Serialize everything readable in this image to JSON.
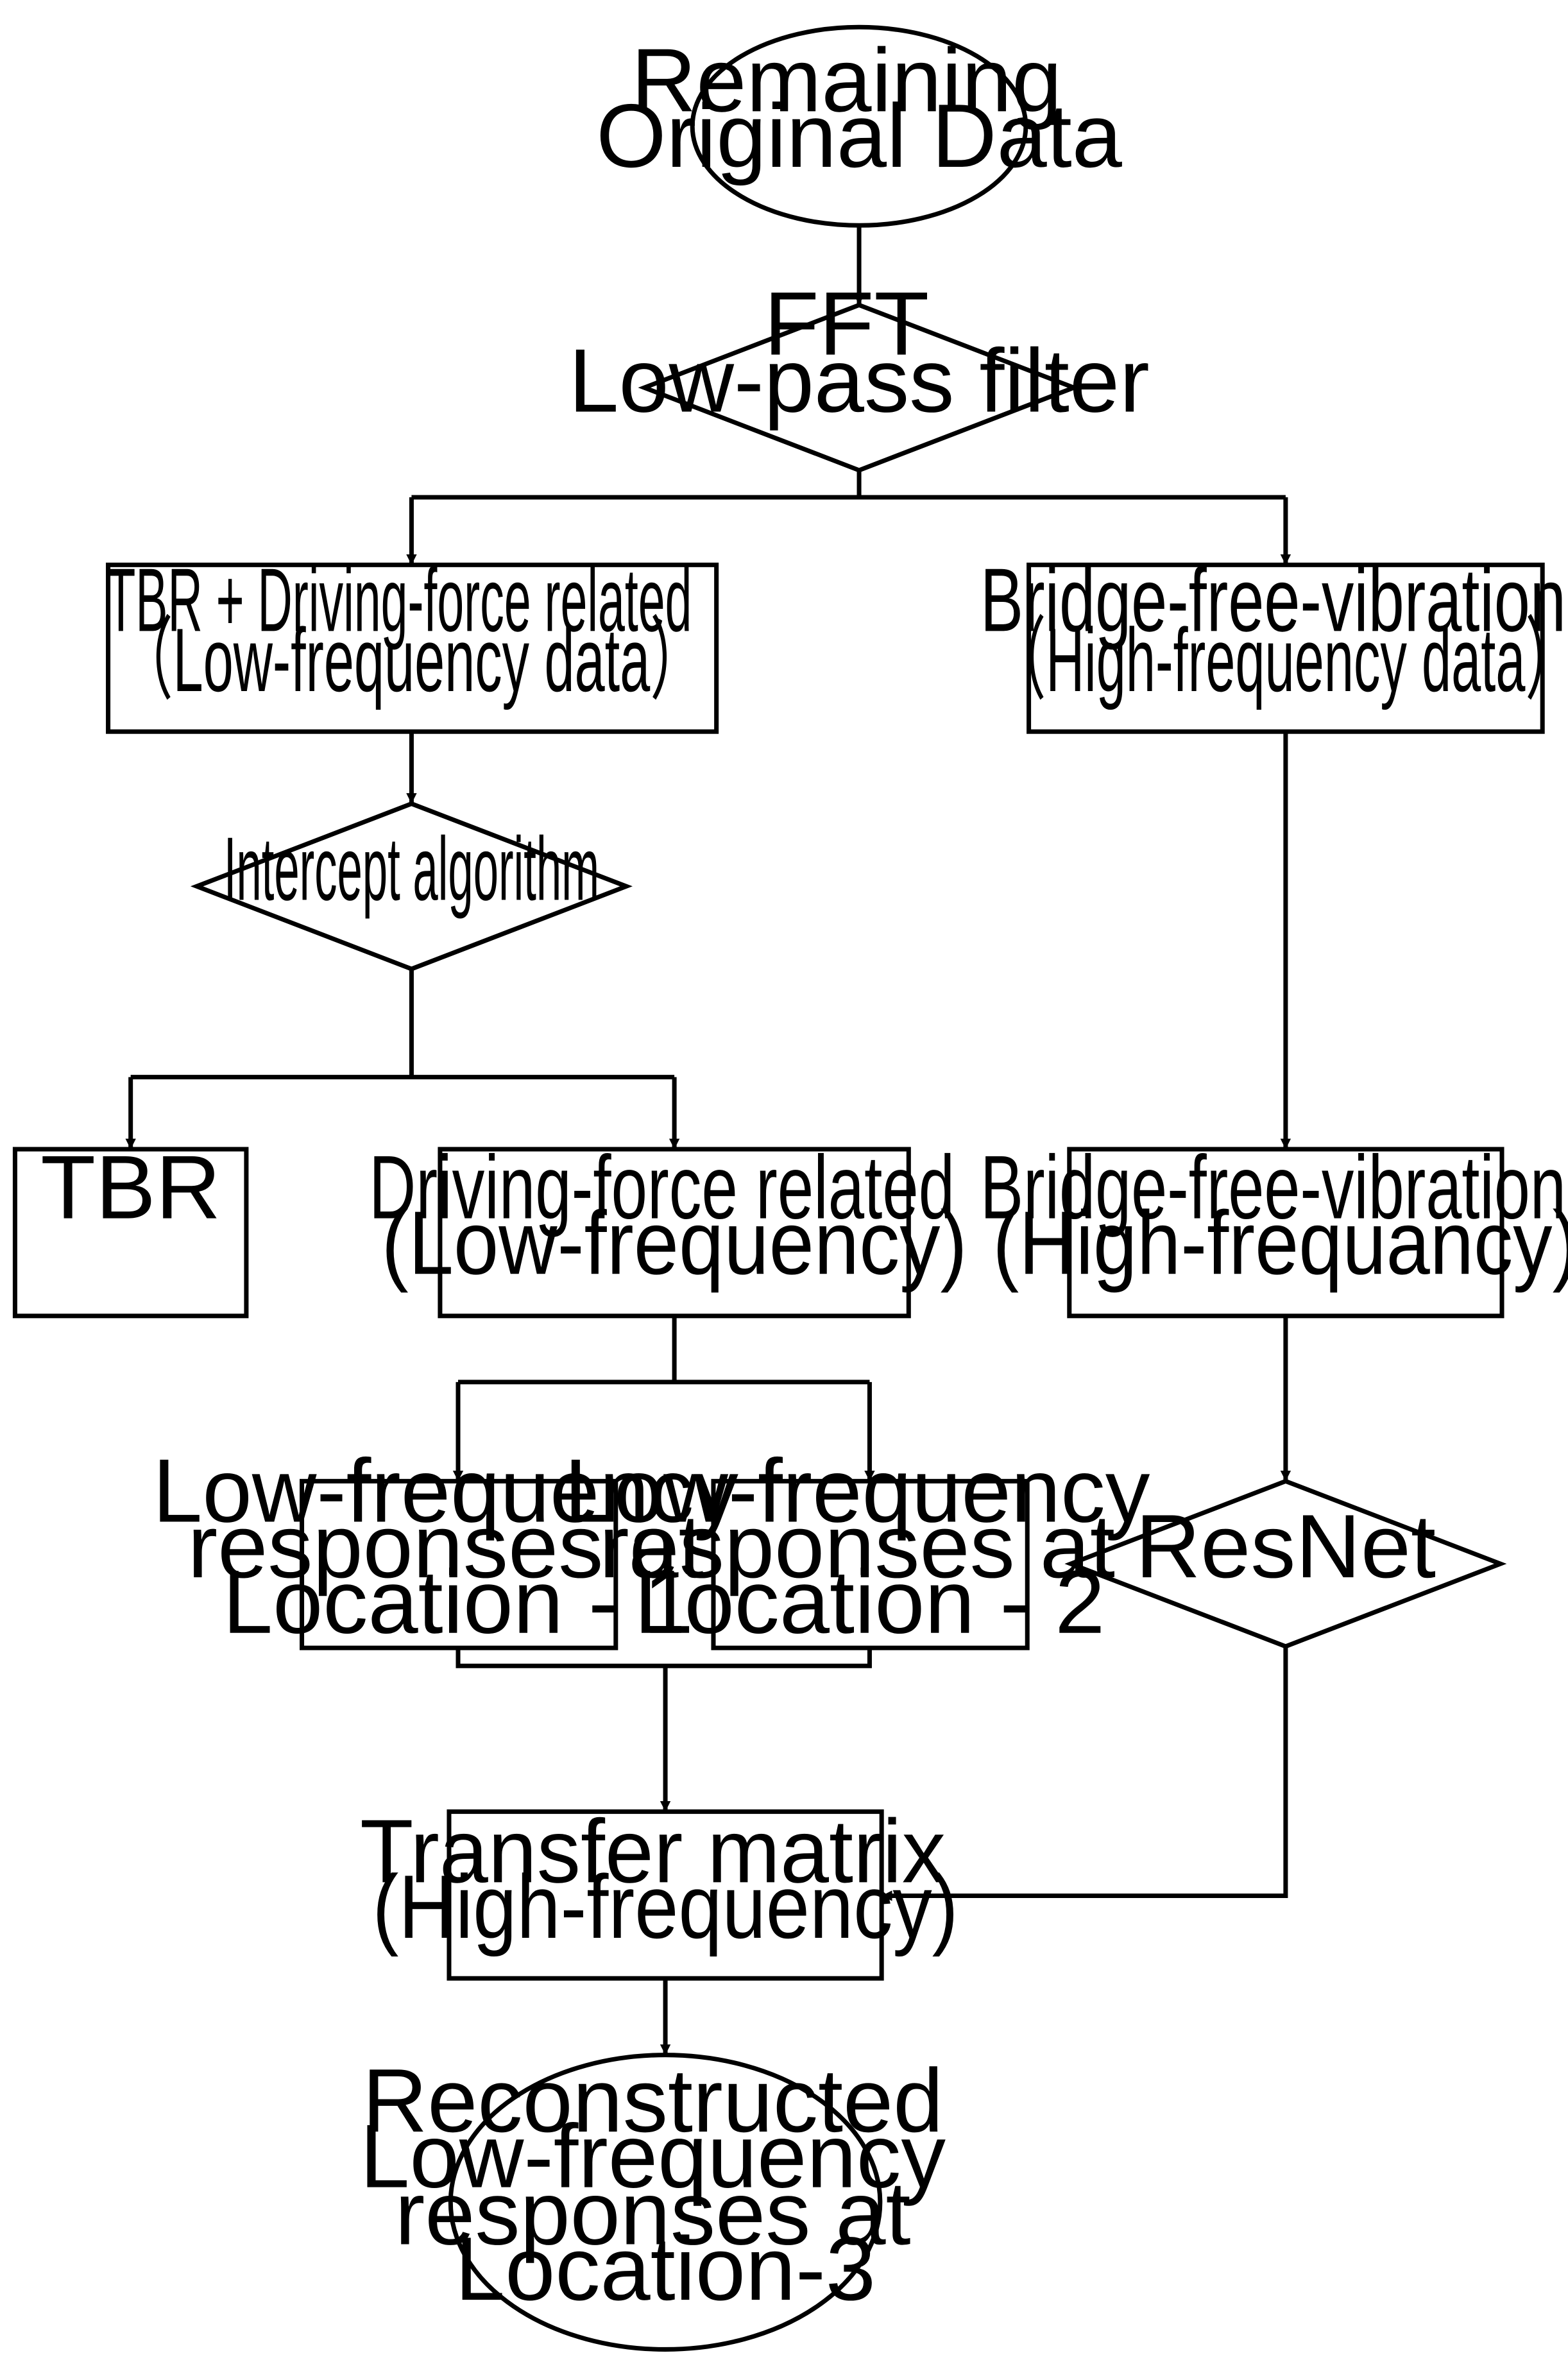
{
  "nodes": {
    "remaining_original_data": {
      "lines": [
        "Remaining",
        "Original Data"
      ]
    },
    "fft_filter": {
      "lines": [
        "FFT",
        "Low-pass filter"
      ]
    },
    "tbr_driving_force": {
      "lines": [
        "TBR + Driving-force related",
        "（Low-frequency data）"
      ]
    },
    "bridge_free_vibration_data": {
      "lines": [
        "Bridge-free-vibration",
        "（High-frequency data）"
      ]
    },
    "intercept_algorithm": {
      "lines": [
        "Intercept algorithm"
      ]
    },
    "tbr": {
      "lines": [
        "TBR"
      ]
    },
    "driving_force_low": {
      "lines": [
        "Driving-force related",
        "(Low-frequency)"
      ]
    },
    "bridge_free_vibration_high": {
      "lines": [
        "Bridge-free-vibration",
        "(High-frequancy)"
      ]
    },
    "low_freq_location_1": {
      "lines": [
        "Low-frequency",
        "responses at",
        "Location - 1"
      ]
    },
    "low_freq_location_2": {
      "lines": [
        "Low-frequency",
        "responses at",
        "Location - 2"
      ]
    },
    "resnet": {
      "lines": [
        "ResNet"
      ]
    },
    "transfer_matrix": {
      "lines": [
        "Transfer matrix",
        "(High-frequency)"
      ]
    },
    "reconstructed": {
      "lines": [
        "Reconstructed",
        "Low-frequency",
        "responses at",
        "Location-3"
      ]
    }
  },
  "colors": {
    "stroke": "#000000",
    "fill": "#ffffff",
    "text": "#000000"
  }
}
